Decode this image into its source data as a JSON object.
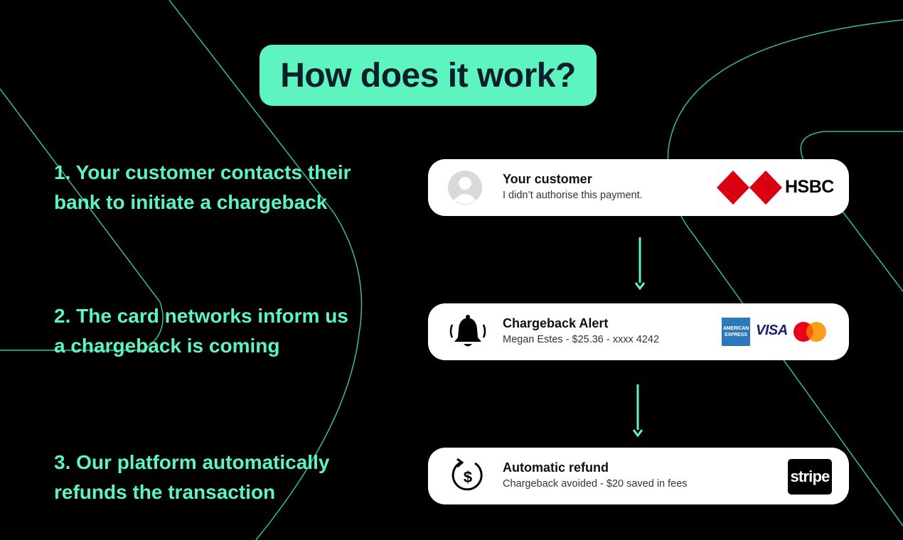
{
  "title": "How does it work?",
  "colors": {
    "accent": "#5ef4c0",
    "background": "#000000",
    "card": "#ffffff",
    "hsbc_red": "#db0011"
  },
  "steps": [
    {
      "line1": "1. Your customer contacts their",
      "line2": "bank to initiate a chargeback"
    },
    {
      "line1": "2. The card networks inform us",
      "line2": "a chargeback is coming"
    },
    {
      "line1": "3. Our platform automatically",
      "line2": "refunds the transaction"
    }
  ],
  "cards": [
    {
      "title": "Your customer",
      "subtitle": "I didn’t authorise this payment.",
      "icon": "avatar-icon",
      "logo": "HSBC"
    },
    {
      "title": "Chargeback Alert",
      "subtitle": "Megan Estes - $25.36 - xxxx 4242",
      "icon": "bell-icon",
      "logos": [
        "AMERICAN EXPRESS",
        "VISA",
        "mastercard"
      ]
    },
    {
      "title": "Automatic refund",
      "subtitle": "Chargeback avoided - $20 saved in fees",
      "icon": "refund-dollar-icon",
      "logo": "stripe"
    }
  ]
}
